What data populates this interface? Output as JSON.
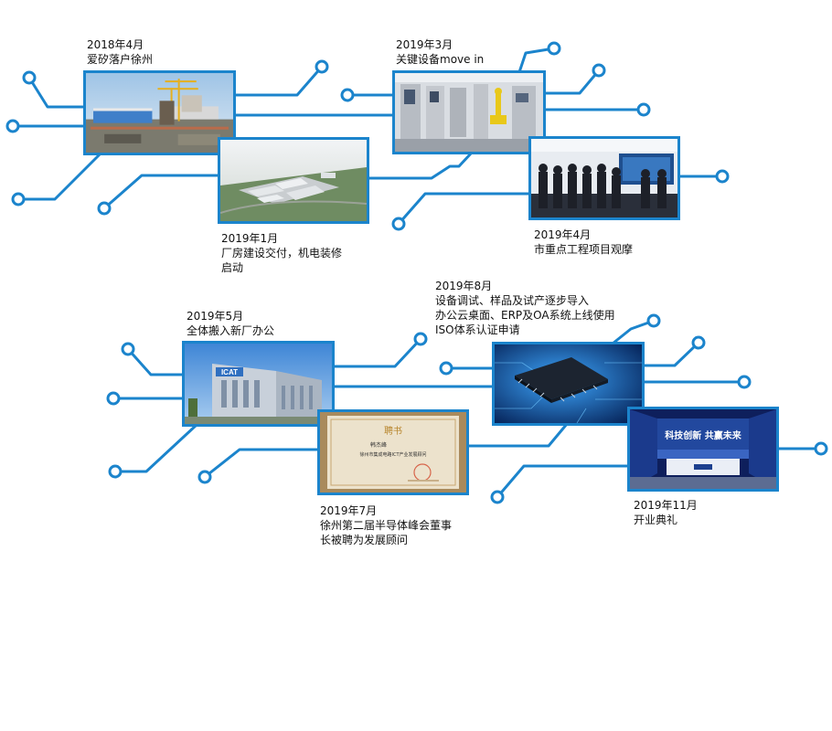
{
  "milestones": [
    {
      "id": "m1",
      "date": "2018年4月",
      "lines": [
        "爱矽落户徐州"
      ],
      "photo": "construction-site-photo"
    },
    {
      "id": "m2",
      "date": "2019年1月",
      "lines": [
        "厂房建设交付，机电装修",
        "启动"
      ],
      "photo": "factory-aerial-photo"
    },
    {
      "id": "m3",
      "date": "2019年3月",
      "lines": [
        "关键设备move in"
      ],
      "photo": "cleanroom-equipment-photo"
    },
    {
      "id": "m4",
      "date": "2019年4月",
      "lines": [
        "市重点工程项目观摩"
      ],
      "photo": "delegation-visit-photo"
    },
    {
      "id": "m5",
      "date": "2019年5月",
      "lines": [
        "全体搬入新厂办公"
      ],
      "photo": "icat-building-photo"
    },
    {
      "id": "m6",
      "date": "2019年7月",
      "lines": [
        "徐州第二届半导体峰会董事",
        "长被聘为发展顾问"
      ],
      "photo": "appointment-certificate-photo"
    },
    {
      "id": "m7",
      "date": "2019年8月",
      "lines": [
        "设备调试、样品及试产逐步导入",
        "办公云桌面、ERP及OA系统上线使用",
        "ISO体系认证申请"
      ],
      "photo": "chip-circuit-photo"
    },
    {
      "id": "m8",
      "date": "2019年11月",
      "lines": [
        "开业典礼"
      ],
      "photo": "opening-ceremony-photo"
    }
  ],
  "photo_text": {
    "icat_sign": "ICAT",
    "certificate_title": "聘书",
    "certificate_name": "韩杰峰",
    "certificate_body": "徐州市集成电路ICT产业发展顾问",
    "ceremony_banner": "科技创新 共赢未来"
  },
  "colors": {
    "accent": "#1b84cc",
    "text": "#111111",
    "background": "#ffffff"
  }
}
